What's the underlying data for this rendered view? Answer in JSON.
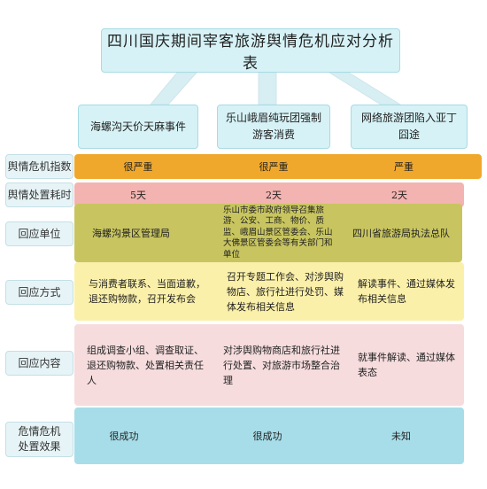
{
  "title": "四川国庆期间宰客旅游舆情危机应对分析表",
  "events": [
    {
      "name": "海螺沟天价天麻事件"
    },
    {
      "name": "乐山峨眉纯玩团强制游客消费"
    },
    {
      "name": "网络旅游团陷入亚丁囧途"
    }
  ],
  "rows": [
    {
      "label": "舆情危机指数",
      "color": "#f0a82c",
      "cells": [
        "很严重",
        "很严重",
        "严重"
      ]
    },
    {
      "label": "舆情处置耗时",
      "color": "#f3b3b0",
      "cells": [
        "5天",
        "2天",
        "2天"
      ]
    },
    {
      "label": "回应单位",
      "color": "#c8c560",
      "cells": [
        "海螺沟景区管理局",
        "乐山市委市政府领导召集旅游、公安、工商、物价、质监、峨眉山景区管委会、乐山大佛景区管委会等有关部门和单位",
        "四川省旅游局执法总队"
      ]
    },
    {
      "label": "回应方式",
      "color": "#fbf0a9",
      "cells": [
        "与消费者联系、当面道歉，退还购物款，召开发布会",
        "召开专题工作会、对涉舆购物店、旅行社进行处罚、媒体发布相关信息",
        "解读事件、通过媒体发布相关信息"
      ]
    },
    {
      "label": "回应内容",
      "color": "#f6dcdd",
      "cells": [
        "组成调查小组、调查取证、退还购物款、处置相关责任人",
        "对涉舆购物商店和旅行社进行处置、对旅游市场整合治理",
        "就事件解读、通过媒体表态"
      ]
    },
    {
      "label": "危情危机处置效果",
      "color": "#a6dde8",
      "cells": [
        "很成功",
        "很成功",
        "未知"
      ]
    }
  ],
  "colors": {
    "header_fill": "#d6f2f6",
    "connector": "#cfe6ec"
  }
}
